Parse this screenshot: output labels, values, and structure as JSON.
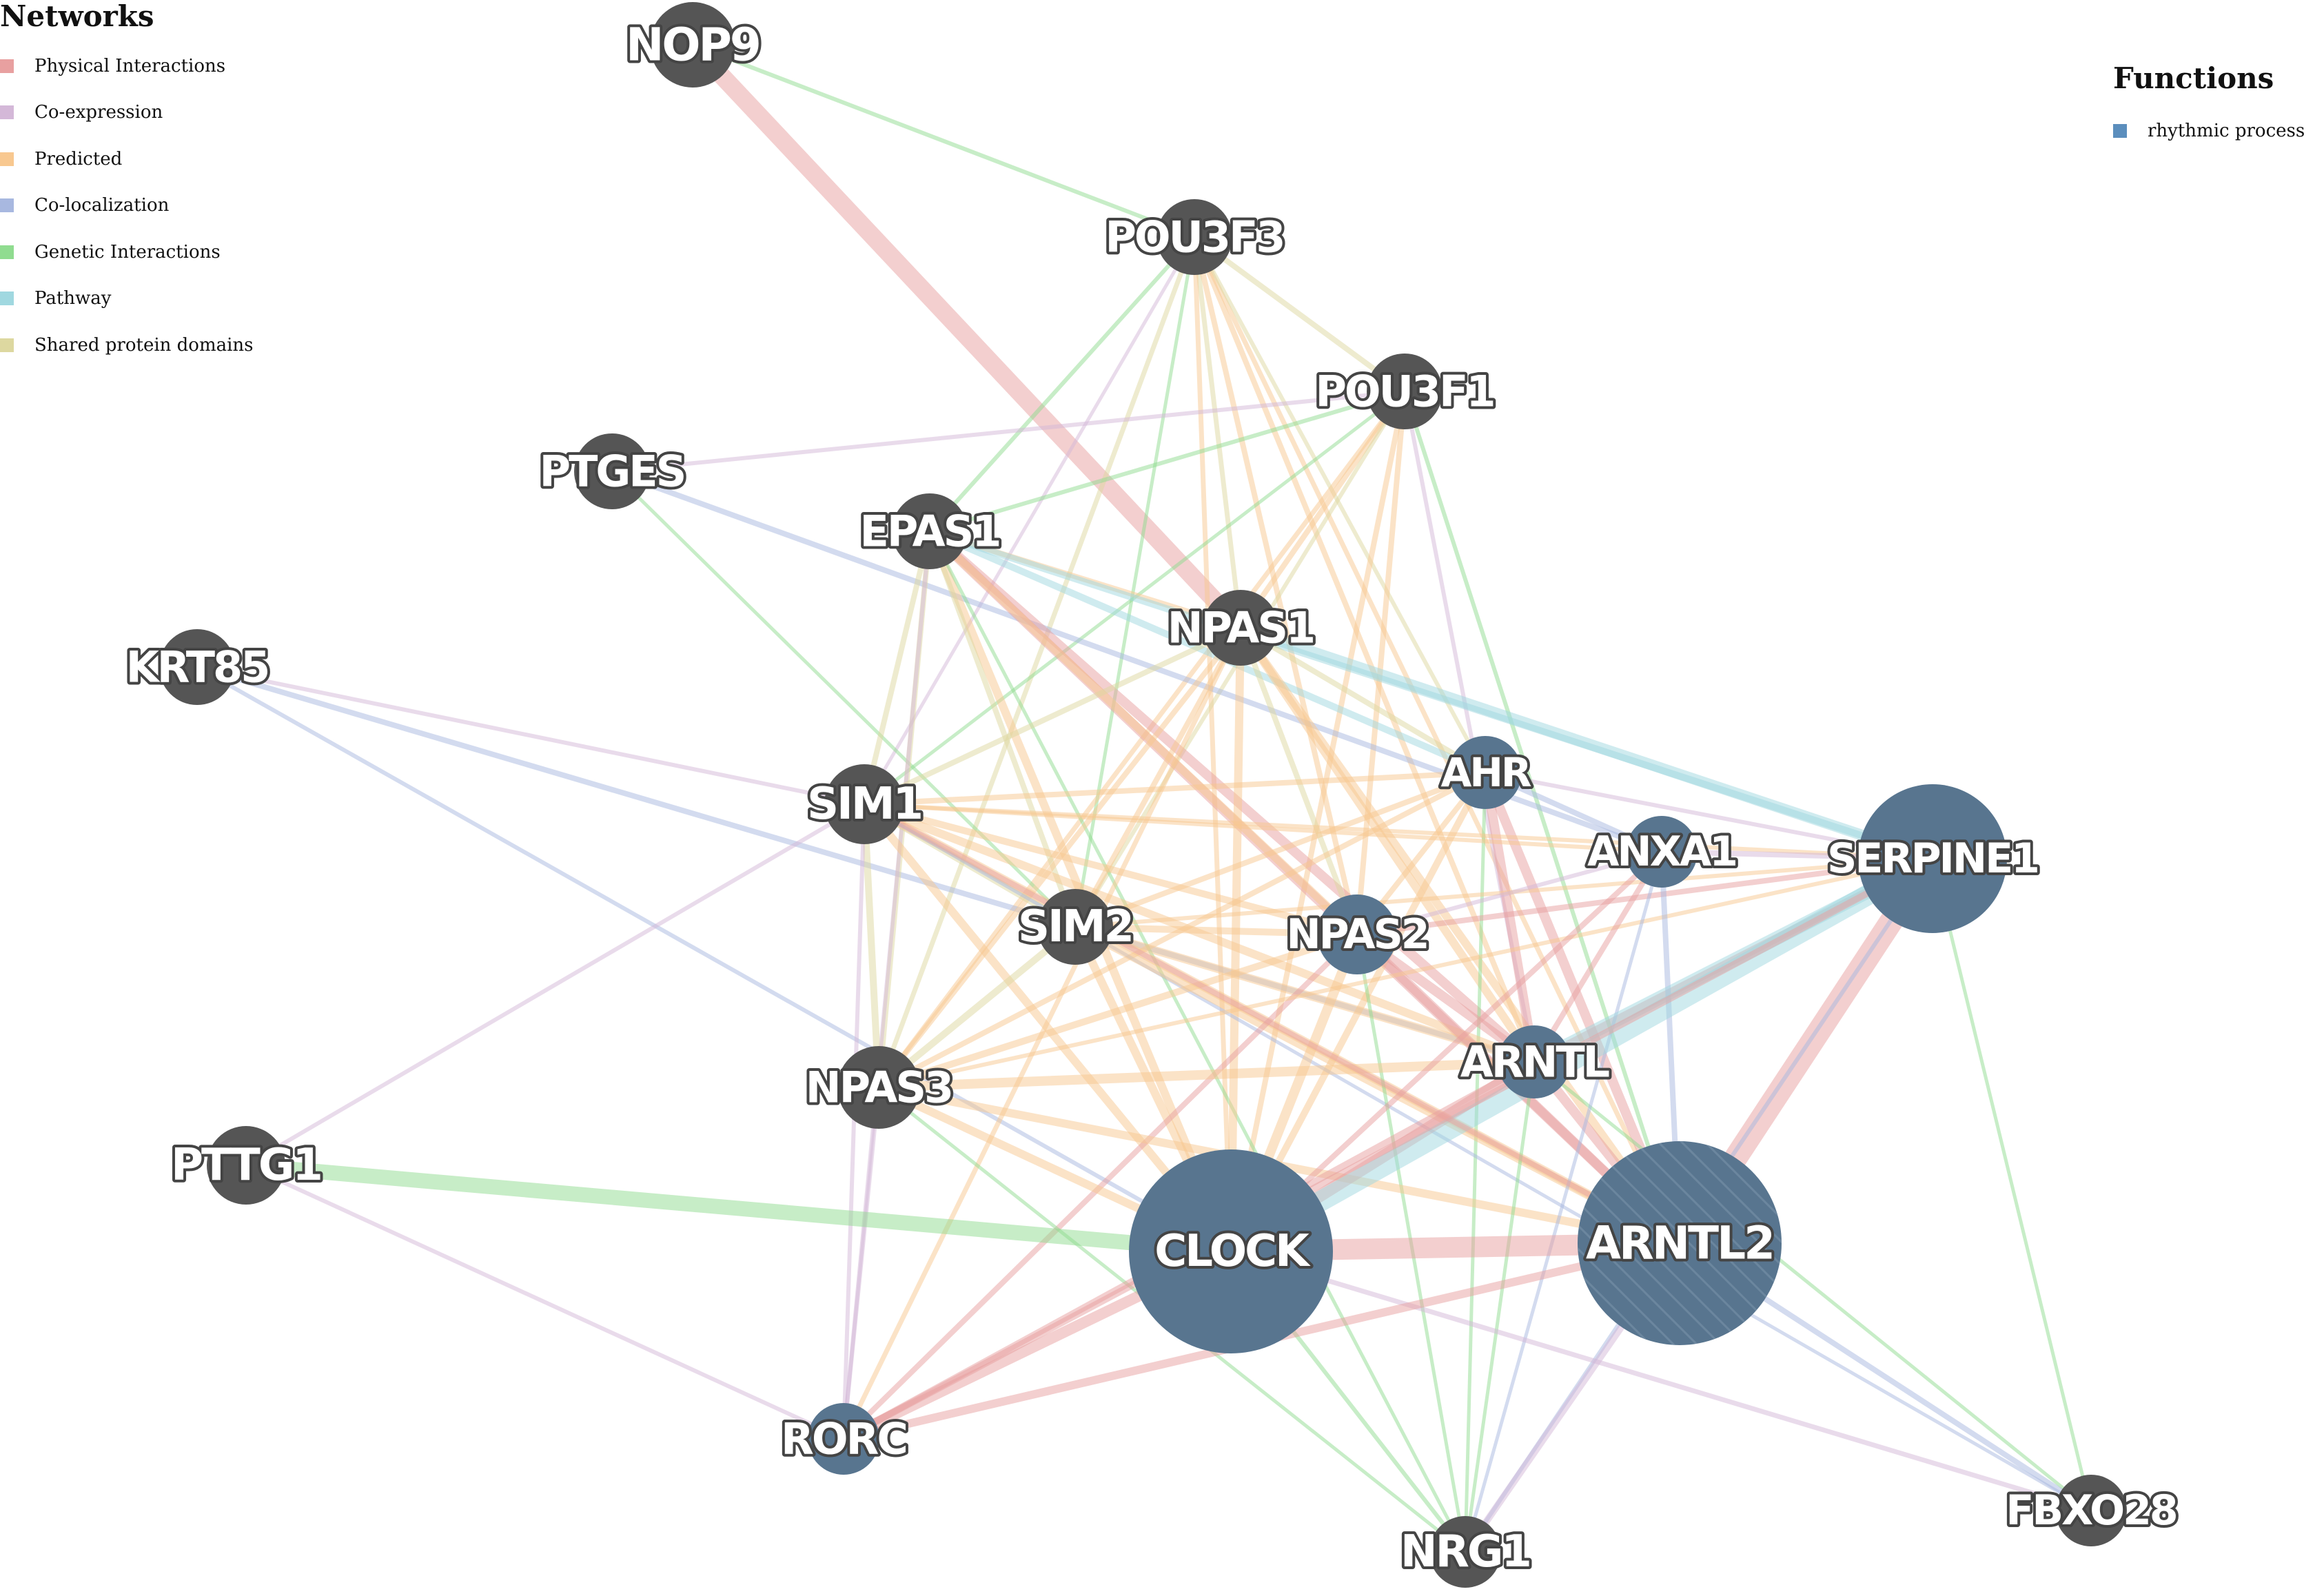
{
  "legend": {
    "networks": {
      "title": "Networks",
      "items": [
        {
          "label": "Physical Interactions",
          "color": "#e8a0a0"
        },
        {
          "label": "Co-expression",
          "color": "#d4b8d8"
        },
        {
          "label": "Predicted",
          "color": "#f8c890"
        },
        {
          "label": "Co-localization",
          "color": "#a8b8e0"
        },
        {
          "label": "Genetic Interactions",
          "color": "#90dc90"
        },
        {
          "label": "Pathway",
          "color": "#a0d8e0"
        },
        {
          "label": "Shared protein domains",
          "color": "#ddd8a0"
        }
      ]
    },
    "functions": {
      "title": "Functions",
      "items": [
        {
          "label": "rhythmic process",
          "color": "#5b8ebd"
        }
      ]
    }
  },
  "colors": {
    "query_node": "#555555",
    "function_node": "#58758f"
  },
  "nodes": [
    {
      "id": "NOP9",
      "label": "NOP9",
      "function": false
    },
    {
      "id": "POU3F3",
      "label": "POU3F3",
      "function": false
    },
    {
      "id": "POU3F1",
      "label": "POU3F1",
      "function": false
    },
    {
      "id": "PTGES",
      "label": "PTGES",
      "function": false
    },
    {
      "id": "EPAS1",
      "label": "EPAS1",
      "function": false
    },
    {
      "id": "NPAS1",
      "label": "NPAS1",
      "function": false
    },
    {
      "id": "KRT85",
      "label": "KRT85",
      "function": false
    },
    {
      "id": "AHR",
      "label": "AHR",
      "function": true
    },
    {
      "id": "SIM1",
      "label": "SIM1",
      "function": false
    },
    {
      "id": "ANXA1",
      "label": "ANXA1",
      "function": true
    },
    {
      "id": "SERPINE1",
      "label": "SERPINE1",
      "function": true
    },
    {
      "id": "SIM2",
      "label": "SIM2",
      "function": false
    },
    {
      "id": "NPAS2",
      "label": "NPAS2",
      "function": true
    },
    {
      "id": "ARNTL",
      "label": "ARNTL",
      "function": true
    },
    {
      "id": "NPAS3",
      "label": "NPAS3",
      "function": false
    },
    {
      "id": "PTTG1",
      "label": "PTTG1",
      "function": false
    },
    {
      "id": "CLOCK",
      "label": "CLOCK",
      "function": true
    },
    {
      "id": "ARNTL2",
      "label": "ARNTL2",
      "function": true
    },
    {
      "id": "RORC",
      "label": "RORC",
      "function": true
    },
    {
      "id": "FBXO28",
      "label": "FBXO28",
      "function": false
    },
    {
      "id": "NRG1",
      "label": "NRG1",
      "function": false
    }
  ]
}
